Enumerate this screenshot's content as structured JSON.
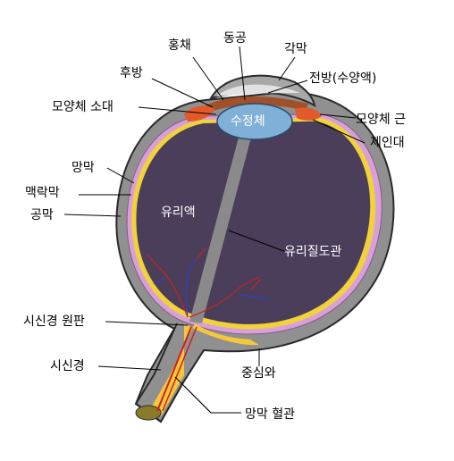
{
  "labels": {
    "iris": "홍채",
    "pupil": "동공",
    "cornea": "각막",
    "posterior_chamber": "후방",
    "anterior_chamber": "전방(수양액)",
    "zonular_fibers": "모양체 소대",
    "lens": "수정체",
    "ciliary_muscle": "모양체 근",
    "suspensory_ligament": "제인대",
    "retina": "망막",
    "choroid": "맥락막",
    "sclera": "공막",
    "vitreous_humor": "유리액",
    "hyaloid_canal": "유리질도관",
    "optic_disc": "시신경 원판",
    "optic_nerve": "시신경",
    "fovea": "중심와",
    "retinal_vessels": "망막 혈관"
  },
  "colors": {
    "sclera": "#909090",
    "sclera_outline": "#2b2b2b",
    "choroid": "#d8a0d8",
    "retina": "#f2d23a",
    "vitreous": "#4a3e5a",
    "lens": "#7fb0d8",
    "iris": "#e25a2a",
    "nerve": "#f5c83c",
    "vessel_red": "#cc2020",
    "vessel_blue": "#3040c0"
  }
}
